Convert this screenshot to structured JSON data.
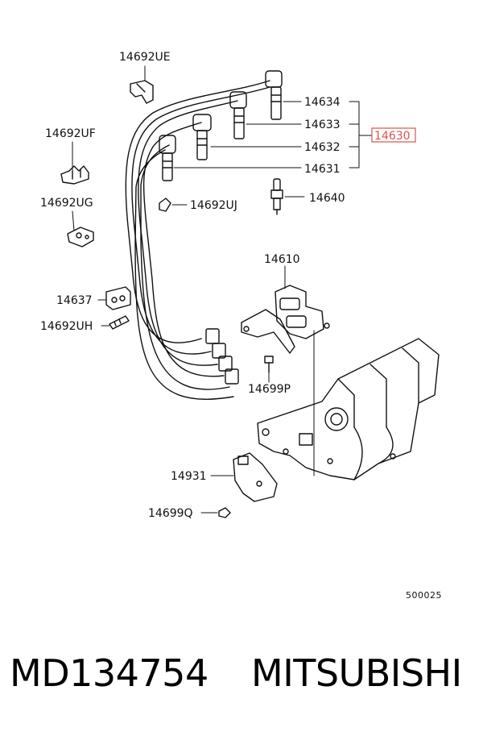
{
  "labels": {
    "p14692UE": "14692UE",
    "p14692UF": "14692UF",
    "p14692UG": "14692UG",
    "p14692UJ": "14692UJ",
    "p14634": "14634",
    "p14633": "14633",
    "p14632": "14632",
    "p14631": "14631",
    "p14630": "14630",
    "p14640": "14640",
    "p14610": "14610",
    "p14637": "14637",
    "p14692UH": "14692UH",
    "p14699P": "14699P",
    "p14931": "14931",
    "p14699Q": "14699Q",
    "ref": "500025"
  },
  "highlight_color": "#d9534f",
  "footer": {
    "part_number": "MD134754",
    "brand": "MITSUBISHI"
  }
}
